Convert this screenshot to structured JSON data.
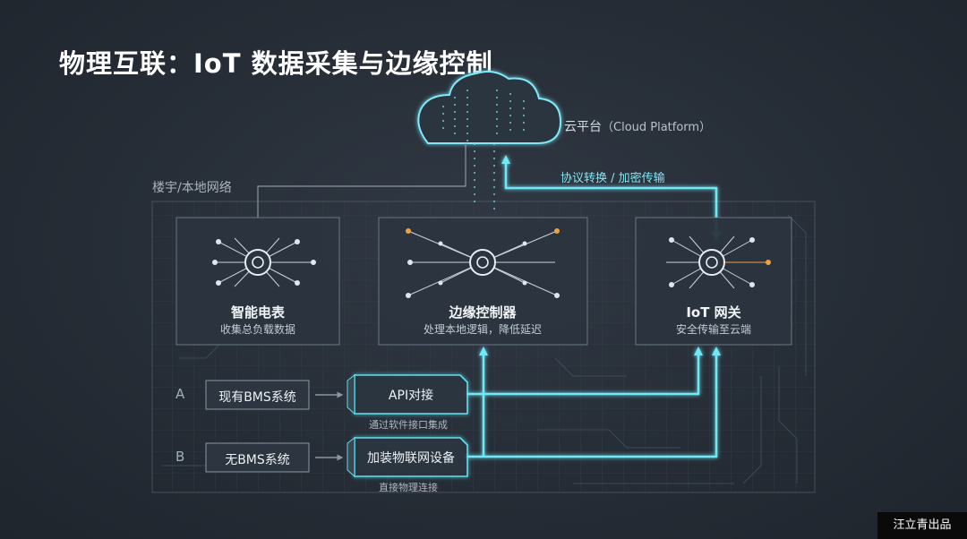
{
  "title": "物理互联：IoT 数据采集与边缘控制",
  "cloud": {
    "label": "云平台",
    "label_en": "（Cloud Platform）"
  },
  "region_label": "楼宇/本地网络",
  "protocol_label": "协议转换 / 加密传输",
  "nodes": [
    {
      "title": "智能电表",
      "subtitle": "收集总负载数据"
    },
    {
      "title": "边缘控制器",
      "subtitle": "处理本地逻辑，降低延迟"
    },
    {
      "title": "IoT 网关",
      "subtitle": "安全传输至云端"
    }
  ],
  "rows": [
    {
      "letter": "A",
      "source": "现有BMS系统",
      "target": "API对接",
      "target_sub": "通过软件接口集成"
    },
    {
      "letter": "B",
      "source": "无BMS系统",
      "target": "加装物联网设备",
      "target_sub": "直接物理连接"
    }
  ],
  "credit": "汪立青出品",
  "colors": {
    "accent": "#5fe0f0",
    "orange": "#f0a040",
    "panel": "#2c3540"
  }
}
